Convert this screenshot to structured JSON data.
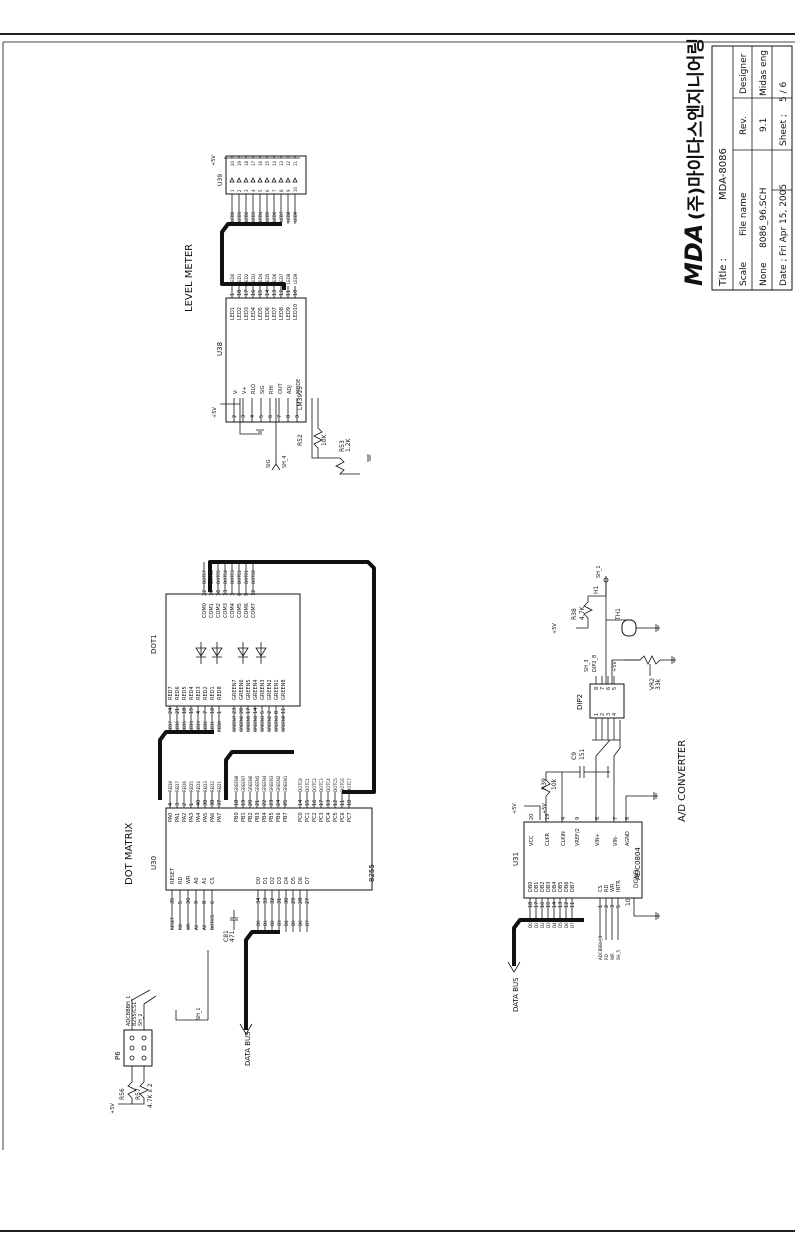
{
  "title_block": {
    "logo_text": "MDA",
    "company_korean": "(주)마이다스엔지니어링",
    "title_label": "Title :",
    "title_value": "MDA-8086",
    "scale_label": "Scale",
    "scale_value": "None",
    "filename_label": "File name",
    "filename_value": "8086_96.SCH",
    "rev_label": "Rev.",
    "rev_value": "9.1",
    "designer_label": "Designer",
    "designer_value": "Midas eng",
    "date_label": "Date ;",
    "date_value": "Fri Apr 15, 2005",
    "sheet_label": "Sheet ;",
    "sheet_value": "5  /  6"
  },
  "sections": {
    "level_meter": "LEVEL METER",
    "dot_matrix": "DOT MATRIX",
    "ad_converter": "A/D CONVERTER"
  },
  "level_meter": {
    "ic_ref": "U38",
    "ic_part": "LM3915",
    "led_ref": "U39",
    "left_pins": [
      {
        "num": "2",
        "name": "V-"
      },
      {
        "num": "3",
        "name": "V+"
      },
      {
        "num": "4",
        "name": "RLO"
      },
      {
        "num": "5",
        "name": "SIG"
      },
      {
        "num": "6",
        "name": "RHI"
      },
      {
        "num": "7",
        "name": "OUT"
      },
      {
        "num": "8",
        "name": "ADJ"
      },
      {
        "num": "9",
        "name": "MODE"
      }
    ],
    "right_pins": [
      {
        "num": "1",
        "name": "LED1",
        "net": "LED0"
      },
      {
        "num": "18",
        "name": "LED2",
        "net": "LED1"
      },
      {
        "num": "17",
        "name": "LED3",
        "net": "LED2"
      },
      {
        "num": "16",
        "name": "LED4",
        "net": "LED3"
      },
      {
        "num": "15",
        "name": "LED5",
        "net": "LED4"
      },
      {
        "num": "14",
        "name": "LED6",
        "net": "LED5"
      },
      {
        "num": "13",
        "name": "LED7",
        "net": "LED6"
      },
      {
        "num": "12",
        "name": "LED8",
        "net": "LED7"
      },
      {
        "num": "11",
        "name": "LED9",
        "net": "LED8"
      },
      {
        "num": "10",
        "name": "LED10",
        "net": "LED9"
      }
    ],
    "array_pins": [
      {
        "left": "1",
        "right": "20",
        "net": "LED0"
      },
      {
        "left": "2",
        "right": "19",
        "net": "LED1"
      },
      {
        "left": "3",
        "right": "18",
        "net": "LED2"
      },
      {
        "left": "4",
        "right": "17",
        "net": "LED3"
      },
      {
        "left": "5",
        "right": "16",
        "net": "LED4"
      },
      {
        "left": "6",
        "right": "15",
        "net": "LED5"
      },
      {
        "left": "7",
        "right": "14",
        "net": "LED6"
      },
      {
        "left": "8",
        "right": "13",
        "net": "LED7"
      },
      {
        "left": "9",
        "right": "12",
        "net": "LED8"
      },
      {
        "left": "10",
        "right": "11",
        "net": "LED9"
      }
    ],
    "vcc": "+5V",
    "sig_net": "SIG",
    "sh_net": "SH_4",
    "r52_ref": "R52",
    "r52_val": "10K",
    "r53_ref": "R53",
    "r53_val": "1.2K"
  },
  "dot_matrix": {
    "ppi_ref": "U30",
    "ppi_part": "8255",
    "dot_ref": "DOT1",
    "control_pins": [
      {
        "num": "35",
        "name": "RESET",
        "net": "RESET"
      },
      {
        "num": "5",
        "name": "RD",
        "net": "RD"
      },
      {
        "num": "36",
        "name": "WR",
        "net": "WR"
      },
      {
        "num": "9",
        "name": "A0",
        "net": "A1"
      },
      {
        "num": "8",
        "name": "A1",
        "net": "A2"
      },
      {
        "num": "6",
        "name": "CS",
        "net": "DOT/CS"
      }
    ],
    "data_pins": [
      {
        "num": "34",
        "name": "D0",
        "net": "D0"
      },
      {
        "num": "33",
        "name": "D1",
        "net": "D1"
      },
      {
        "num": "32",
        "name": "D2",
        "net": "D2"
      },
      {
        "num": "31",
        "name": "D3",
        "net": "D3"
      },
      {
        "num": "30",
        "name": "D4",
        "net": "D4"
      },
      {
        "num": "29",
        "name": "D5",
        "net": "D5"
      },
      {
        "num": "28",
        "name": "D6",
        "net": "D6"
      },
      {
        "num": "27",
        "name": "D7",
        "net": "D7"
      }
    ],
    "port_a": [
      {
        "num": "4",
        "name": "PA0",
        "net": "RED8"
      },
      {
        "num": "3",
        "name": "PA1",
        "net": "RED7"
      },
      {
        "num": "2",
        "name": "PA2",
        "net": "RED6"
      },
      {
        "num": "1",
        "name": "PA3",
        "net": "RED5"
      },
      {
        "num": "40",
        "name": "PA4",
        "net": "RED4"
      },
      {
        "num": "39",
        "name": "PA5",
        "net": "RED3"
      },
      {
        "num": "38",
        "name": "PA6",
        "net": "RED2"
      },
      {
        "num": "37",
        "name": "PA7",
        "net": "RED1"
      }
    ],
    "port_b": [
      {
        "num": "18",
        "name": "PB0",
        "net": "GREEN8"
      },
      {
        "num": "19",
        "name": "PB1",
        "net": "GREEN7"
      },
      {
        "num": "20",
        "name": "PB2",
        "net": "GREEN6"
      },
      {
        "num": "21",
        "name": "PB3",
        "net": "GREEN5"
      },
      {
        "num": "22",
        "name": "PB4",
        "net": "GREEN4"
      },
      {
        "num": "23",
        "name": "PB5",
        "net": "GREEN3"
      },
      {
        "num": "24",
        "name": "PB6",
        "net": "GREEN2"
      },
      {
        "num": "25",
        "name": "PB7",
        "net": "GREEN1"
      }
    ],
    "port_c": [
      {
        "num": "14",
        "name": "PC0",
        "net": "DOTC8"
      },
      {
        "num": "15",
        "name": "PC1",
        "net": "DOTC1"
      },
      {
        "num": "16",
        "name": "PC2",
        "net": "DOTC2"
      },
      {
        "num": "17",
        "name": "PC3",
        "net": "DOTC3"
      },
      {
        "num": "13",
        "name": "PC4",
        "net": "DOTC4"
      },
      {
        "num": "12",
        "name": "PC5",
        "net": "DOTC5"
      },
      {
        "num": "11",
        "name": "PC6",
        "net": "DOTC6"
      },
      {
        "num": "10",
        "name": "PC7",
        "net": "DOTC7"
      }
    ],
    "dot_red_pins": [
      {
        "num": "24",
        "name": "RED7",
        "net": "RED7"
      },
      {
        "num": "21",
        "name": "RED6",
        "net": "RED6"
      },
      {
        "num": "18",
        "name": "RED5",
        "net": "RED5"
      },
      {
        "num": "15",
        "name": "RED4",
        "net": "RED4"
      },
      {
        "num": "4",
        "name": "RED3",
        "net": "RED3"
      },
      {
        "num": "7",
        "name": "RED2",
        "net": "RED2"
      },
      {
        "num": "10",
        "name": "RED1",
        "net": "RED1"
      },
      {
        "num": "1",
        "name": "RED8",
        "net": "RED8"
      }
    ],
    "dot_green_pins": [
      {
        "num": "23",
        "name": "GREEN7",
        "net": "GREEN7"
      },
      {
        "num": "20",
        "name": "GREEN6",
        "net": "GREEN6"
      },
      {
        "num": "17",
        "name": "GREEN5",
        "net": "GREEN5"
      },
      {
        "num": "14",
        "name": "GREEN4",
        "net": "GREEN4"
      },
      {
        "num": "5",
        "name": "GREEN3",
        "net": "GREEN3"
      },
      {
        "num": "2",
        "name": "GREEN2",
        "net": "GREEN2"
      },
      {
        "num": "8",
        "name": "GREEN1",
        "net": "GREEN1"
      },
      {
        "num": "11",
        "name": "GREEN8",
        "net": "GREEN8"
      }
    ],
    "dot_com_pins": [
      {
        "num": "22",
        "name": "COM0",
        "net": "DOTC7"
      },
      {
        "num": "19",
        "name": "COM1",
        "net": "DOTC6"
      },
      {
        "num": "16",
        "name": "COM2",
        "net": "DOTC5"
      },
      {
        "num": "13",
        "name": "COM3",
        "net": "DOTC4"
      },
      {
        "num": "3",
        "name": "COM4",
        "net": "DOTC3"
      },
      {
        "num": "6",
        "name": "COM5",
        "net": "DOTC2"
      },
      {
        "num": "9",
        "name": "COM6",
        "net": "DOTC1"
      },
      {
        "num": "12",
        "name": "COM7",
        "net": "DOTC8"
      }
    ],
    "cap_ref": "C81",
    "cap_val": "471",
    "p6_ref": "P6",
    "p6_nets": [
      "ADCBBBH_1",
      "8255/CS1",
      "SH_2"
    ],
    "r56_ref": "R56",
    "r57_ref": "R57",
    "r_val": "4.7K x 2",
    "vcc": "+5V",
    "sh_net": "SH_1",
    "bus_label": "DATA BUS"
  },
  "adc": {
    "ic_ref": "U31",
    "ic_part": "ADC0804",
    "db_pins": [
      {
        "num": "18",
        "name": "DB0",
        "net": "D0"
      },
      {
        "num": "17",
        "name": "DB1",
        "net": "D1"
      },
      {
        "num": "16",
        "name": "DB2",
        "net": "D2"
      },
      {
        "num": "15",
        "name": "DB3",
        "net": "D3"
      },
      {
        "num": "14",
        "name": "DB4",
        "net": "D4"
      },
      {
        "num": "13",
        "name": "DB5",
        "net": "D5"
      },
      {
        "num": "12",
        "name": "DB6",
        "net": "D6"
      },
      {
        "num": "11",
        "name": "DB7",
        "net": "D7"
      }
    ],
    "ctl_pins": [
      {
        "num": "1",
        "name": "CS",
        "net": "ADCBBBH_1"
      },
      {
        "num": "2",
        "name": "RD",
        "net": "RD"
      },
      {
        "num": "3",
        "name": "WR",
        "net": "WR"
      },
      {
        "num": "5",
        "name": "INTR",
        "net": "SH_5"
      }
    ],
    "dgnd_pin": {
      "num": "10",
      "name": "DGND"
    },
    "right_pins": [
      {
        "num": "20",
        "name": "VCC"
      },
      {
        "num": "19",
        "name": "CLKR"
      },
      {
        "num": "4",
        "name": "CLKIN"
      },
      {
        "num": "9",
        "name": "VREF/2"
      },
      {
        "num": "6",
        "name": "VIN+"
      },
      {
        "num": "7",
        "name": "VIN-"
      },
      {
        "num": "8",
        "name": "AGND"
      }
    ],
    "r39_ref": "R39",
    "r39_val": "10k",
    "c9_ref": "C9",
    "c9_val": "151",
    "dip_ref": "DIP2",
    "dip_left_pins": [
      "1",
      "2",
      "3",
      "4"
    ],
    "dip_right_pins": [
      "8",
      "7",
      "6",
      "5"
    ],
    "dip_net": "DIP2_8",
    "sh_net": "SH_3",
    "r38_ref": "R38",
    "r38_val": "4.7K",
    "h1_ref": "H1",
    "h1_net": "SH_1",
    "th_ref": "TH1",
    "vr_ref": "VR2",
    "vr_val": "33k",
    "vcc": "+5V",
    "bus_label": "DATA BUS"
  }
}
